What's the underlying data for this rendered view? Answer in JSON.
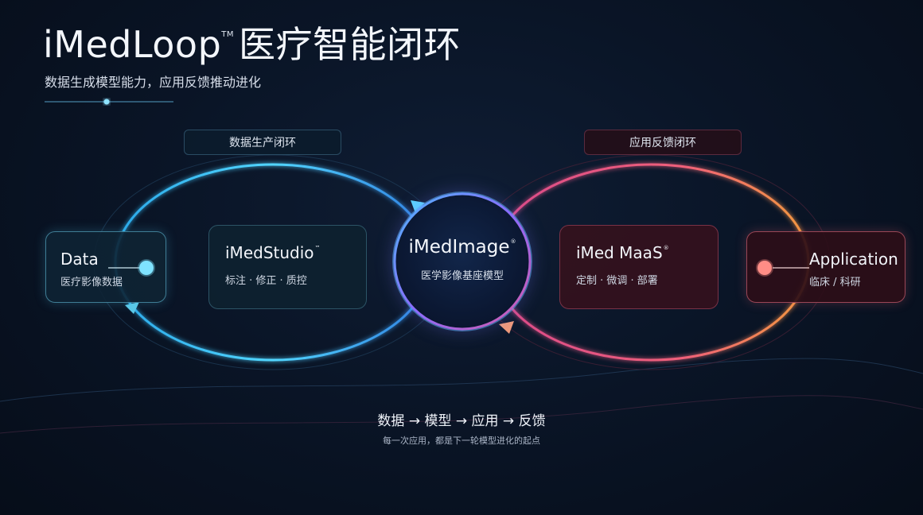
{
  "header": {
    "title": "iMedLoop",
    "title_mark": "TM",
    "title_cn": "医疗智能闭环",
    "subtitle": "数据生成模型能力，应用反馈推动进化"
  },
  "loops": {
    "left_label": "数据生产闭环",
    "right_label": "应用反馈闭环"
  },
  "nodes": {
    "data": {
      "name": "Data",
      "desc": "医疗影像数据"
    },
    "studio": {
      "name": "iMedStudio",
      "mark": "™",
      "desc": "标注 · 修正 · 质控"
    },
    "core": {
      "name": "iMedImage",
      "mark": "®",
      "desc": "医学影像基座模型"
    },
    "maas": {
      "name": "iMed MaaS",
      "mark": "®",
      "desc": "定制 · 微调 · 部署"
    },
    "application": {
      "name": "Application",
      "desc": "临床 / 科研"
    }
  },
  "footer": {
    "flow": "数据 → 模型 → 应用 → 反馈",
    "note": "每一次应用，都是下一轮模型进化的起点"
  },
  "colors": {
    "left_loop": "#3fc8f4",
    "right_loop": "#f0607a",
    "right_loop_end": "#f39a3e",
    "data_dot": "#7fe3ff",
    "app_dot": "#ff8d86"
  }
}
